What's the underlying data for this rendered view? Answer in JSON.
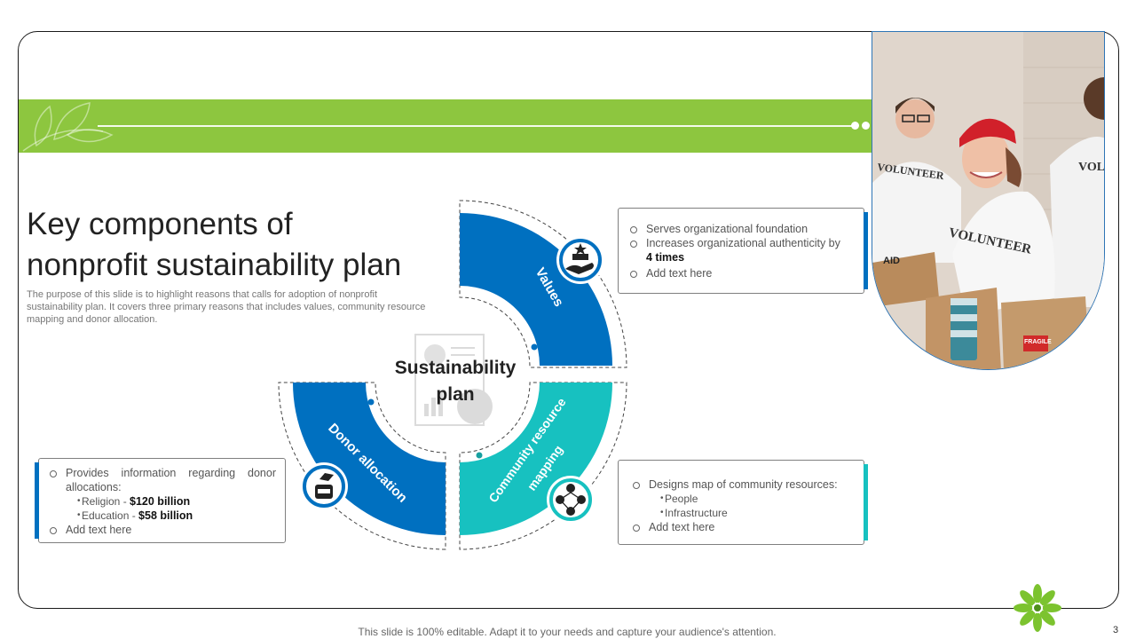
{
  "slide": {
    "title_line1": "Key components of",
    "title_line2": "nonprofit sustainability plan",
    "subtitle": "The purpose of this slide is to highlight reasons that calls for adoption of nonprofit sustainability plan. It covers three primary reasons that includes values, community resource mapping and donor allocation.",
    "footer": "This slide is 100% editable. Adapt it to your needs and capture your audience's attention.",
    "page_number": "3"
  },
  "diagram": {
    "center_line1": "Sustainability",
    "center_line2": "plan",
    "segments": [
      {
        "label": "Values",
        "color": "#0070c0",
        "icon": "hand-holding-stars-icon"
      },
      {
        "label_line1": "Community resource",
        "label_line2": "mapping",
        "color": "#17c1c0",
        "icon": "community-network-icon"
      },
      {
        "label": "Donor allocation",
        "color": "#0070c0",
        "icon": "donation-jar-icon"
      }
    ]
  },
  "boxes": {
    "values": {
      "item1": "Serves organizational foundation",
      "item2": "Increases organizational authenticity by",
      "item2_bold": "4 times",
      "item3": "Add text here"
    },
    "community": {
      "item1": "Designs map of community resources:",
      "sub1": "People",
      "sub2": "Infrastructure",
      "item2": "Add text here"
    },
    "donor": {
      "item1": "Provides information regarding donor allocations:",
      "sub1_label": "Religion - ",
      "sub1_value": "$120 billion",
      "sub2_label": "Education - ",
      "sub2_value": "$58 billion",
      "item2": "Add text here"
    }
  },
  "photo": {
    "shirt_text_1": "VOLUNTEER",
    "shirt_text_2": "VOLUNTEER",
    "shirt_text_3": "VOL",
    "box_text": "AID",
    "sticker_text": "FRAGILE"
  },
  "colors": {
    "accent_green": "#8dc63f",
    "primary_blue": "#0070c0",
    "teal": "#17c1c0"
  }
}
